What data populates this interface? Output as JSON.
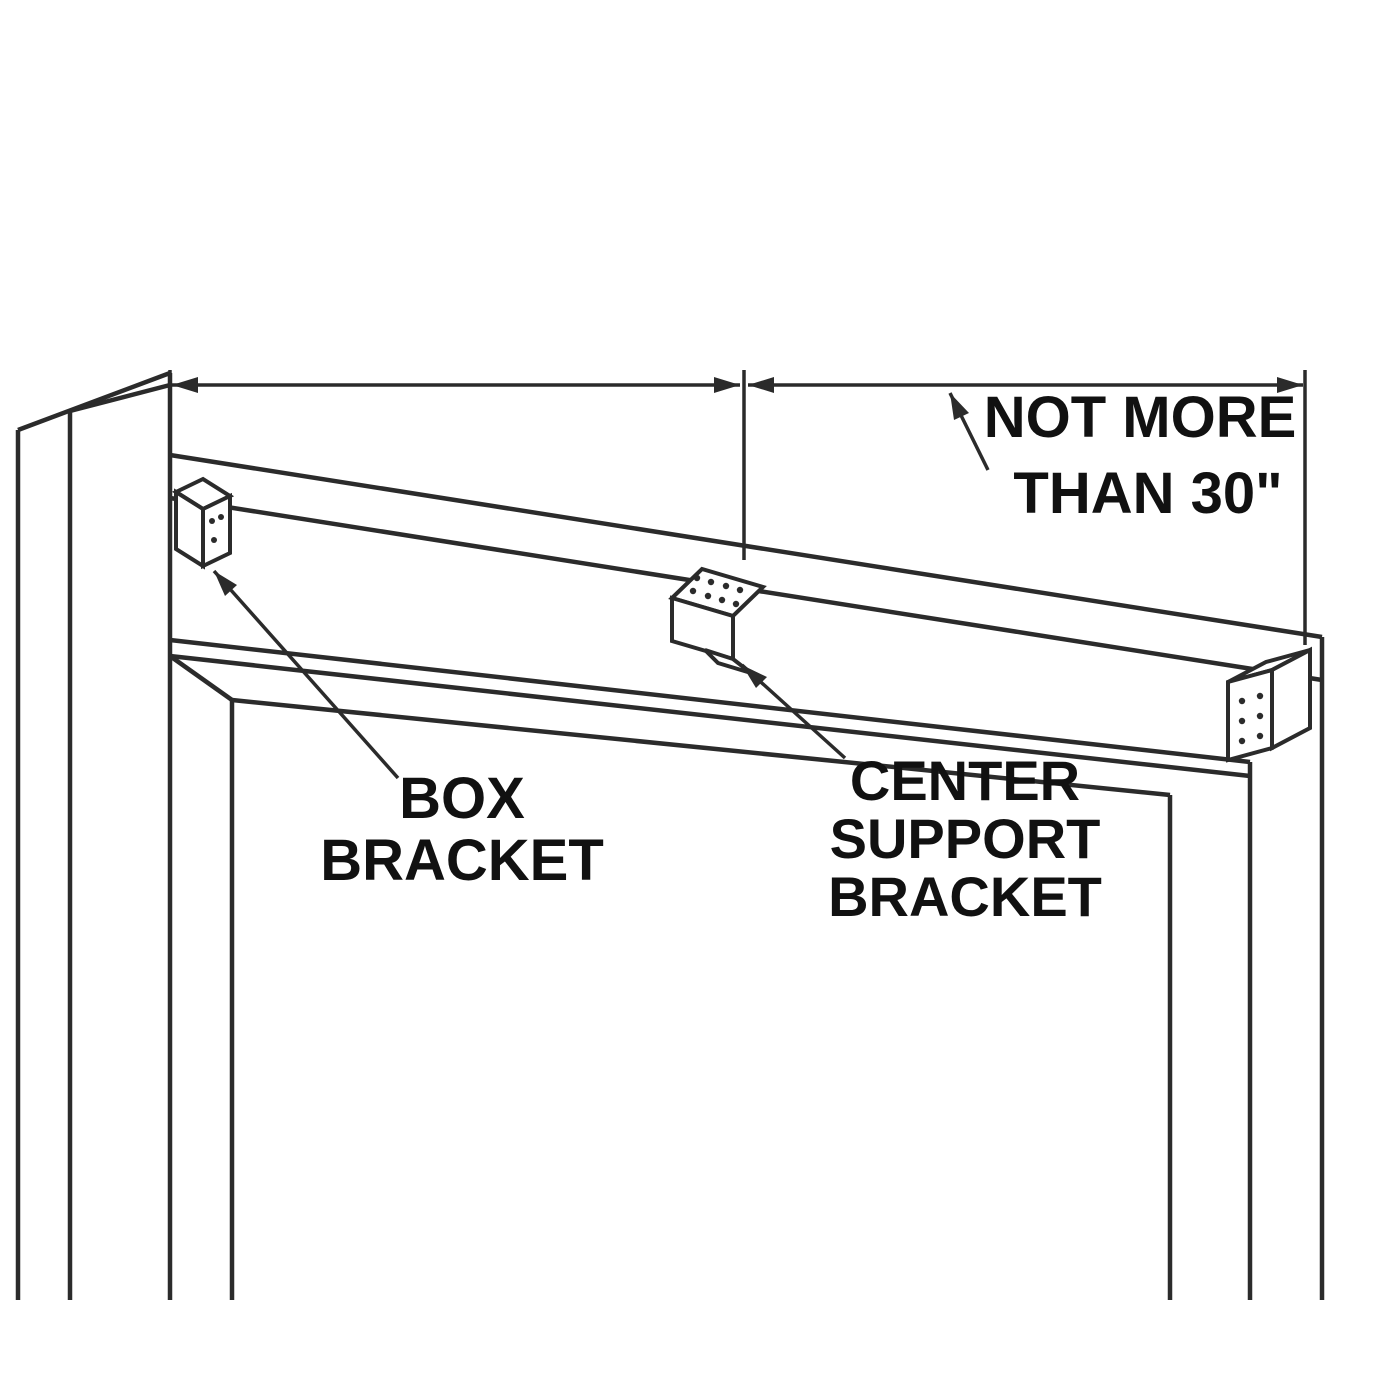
{
  "diagram": {
    "type": "bracket-installation-line-drawing",
    "dimension_note": {
      "line1": "NOT MORE",
      "line2": "THAN 30\""
    },
    "labels": {
      "box_bracket": {
        "line1": "BOX",
        "line2": "BRACKET"
      },
      "center_support_bracket": {
        "line1": "CENTER",
        "line2": "SUPPORT",
        "line3": "BRACKET"
      }
    },
    "colors": {
      "line": "#2b2b2b",
      "text": "#111111",
      "background": "#ffffff"
    }
  }
}
